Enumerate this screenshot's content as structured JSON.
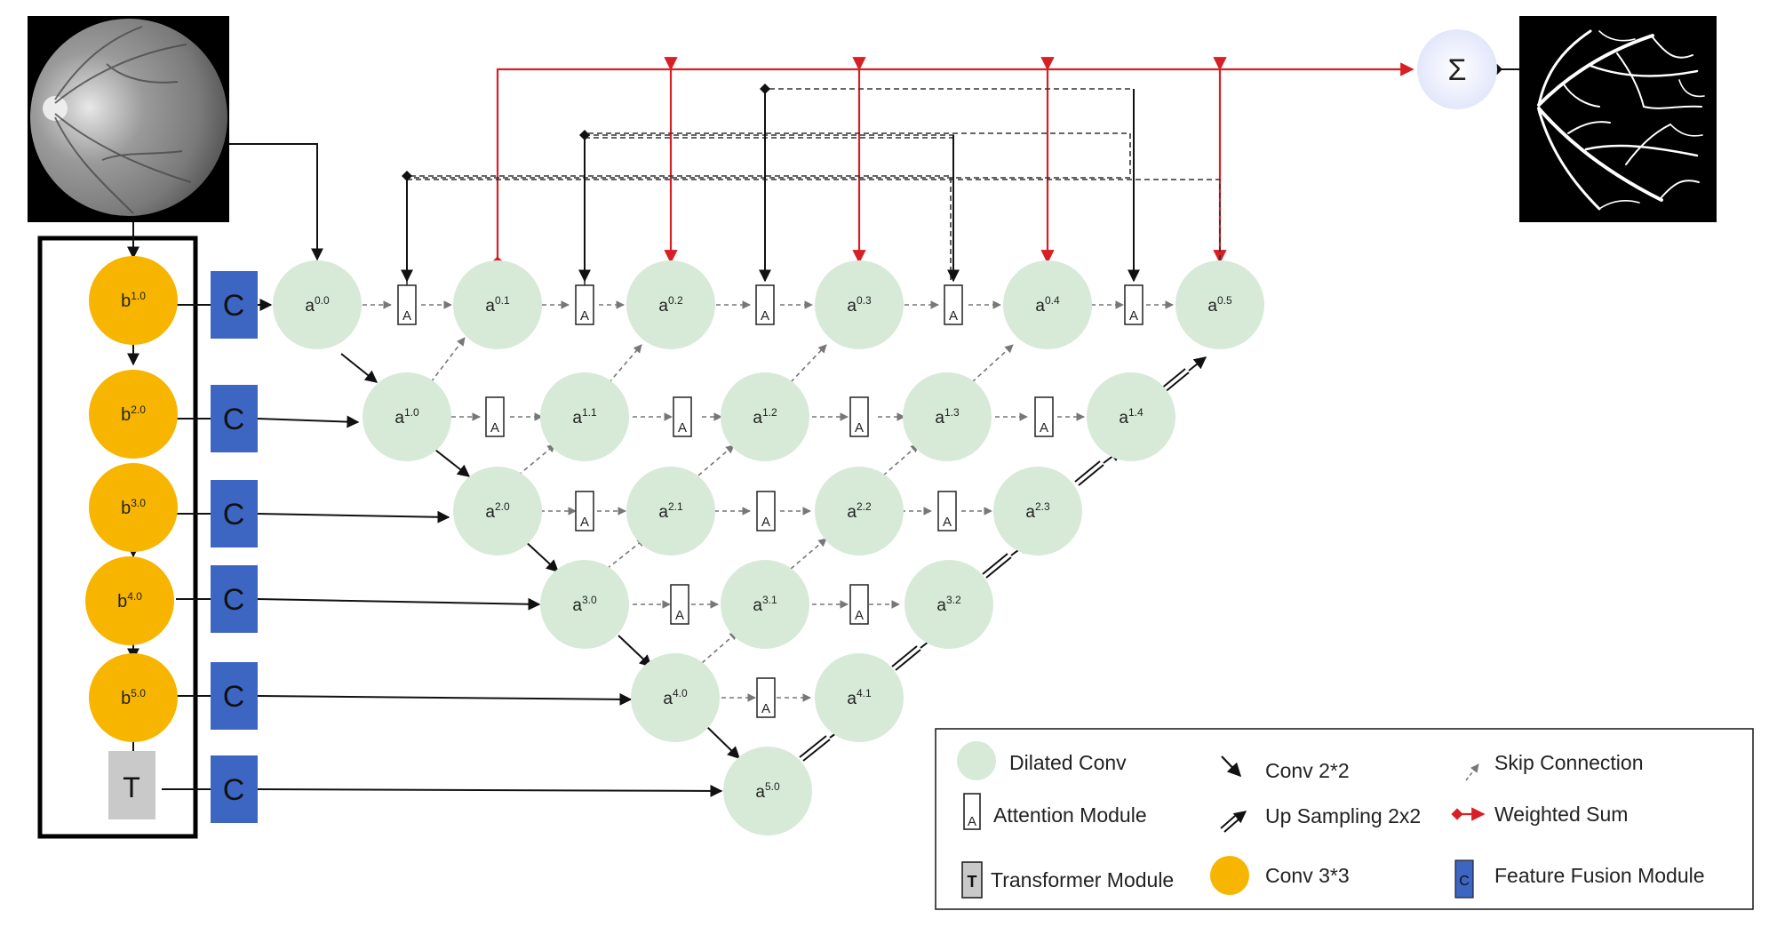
{
  "colors": {
    "dilated_conv": "#d6ead7",
    "conv33": "#f7b500",
    "fusion": "#3d66c2",
    "transformer": "#c9c9c9",
    "weighted_sum": "#d62026",
    "sigma_fill": "#e8ecfb",
    "arrow": "#111111",
    "skip": "#808080"
  },
  "nodes": {
    "a00": {
      "base": "a",
      "sup": "0.0"
    },
    "a01": {
      "base": "a",
      "sup": "0.1"
    },
    "a02": {
      "base": "a",
      "sup": "0.2"
    },
    "a03": {
      "base": "a",
      "sup": "0.3"
    },
    "a04": {
      "base": "a",
      "sup": "0.4"
    },
    "a05": {
      "base": "a",
      "sup": "0.5"
    },
    "a10": {
      "base": "a",
      "sup": "1.0"
    },
    "a11": {
      "base": "a",
      "sup": "1.1"
    },
    "a12": {
      "base": "a",
      "sup": "1.2"
    },
    "a13": {
      "base": "a",
      "sup": "1.3"
    },
    "a14": {
      "base": "a",
      "sup": "1.4"
    },
    "a20": {
      "base": "a",
      "sup": "2.0"
    },
    "a21": {
      "base": "a",
      "sup": "2.1"
    },
    "a22": {
      "base": "a",
      "sup": "2.2"
    },
    "a23": {
      "base": "a",
      "sup": "2.3"
    },
    "a30": {
      "base": "a",
      "sup": "3.0"
    },
    "a31": {
      "base": "a",
      "sup": "3.1"
    },
    "a32": {
      "base": "a",
      "sup": "3.2"
    },
    "a40": {
      "base": "a",
      "sup": "4.0"
    },
    "a41": {
      "base": "a",
      "sup": "4.1"
    },
    "a50": {
      "base": "a",
      "sup": "5.0"
    },
    "b1": {
      "base": "b",
      "sup": "1.0"
    },
    "b2": {
      "base": "b",
      "sup": "2.0"
    },
    "b3": {
      "base": "b",
      "sup": "3.0"
    },
    "b4": {
      "base": "b",
      "sup": "4.0"
    },
    "b5": {
      "base": "b",
      "sup": "5.0"
    }
  },
  "labels": {
    "fusion": "C",
    "transformer": "T",
    "attention": "A",
    "sigma": "Σ"
  },
  "legend": {
    "dilated_conv": "Dilated Conv",
    "attention": "Attention Module",
    "transformer": "Transformer Module",
    "conv22": "Conv 2*2",
    "upsampling": "Up Sampling 2x2",
    "conv33": "Conv 3*3",
    "skip": "Skip Connection",
    "weighted_sum": "Weighted Sum",
    "fusion": "Feature Fusion Module",
    "icon_attention": "A",
    "icon_transformer": "T",
    "icon_fusion": "C"
  }
}
